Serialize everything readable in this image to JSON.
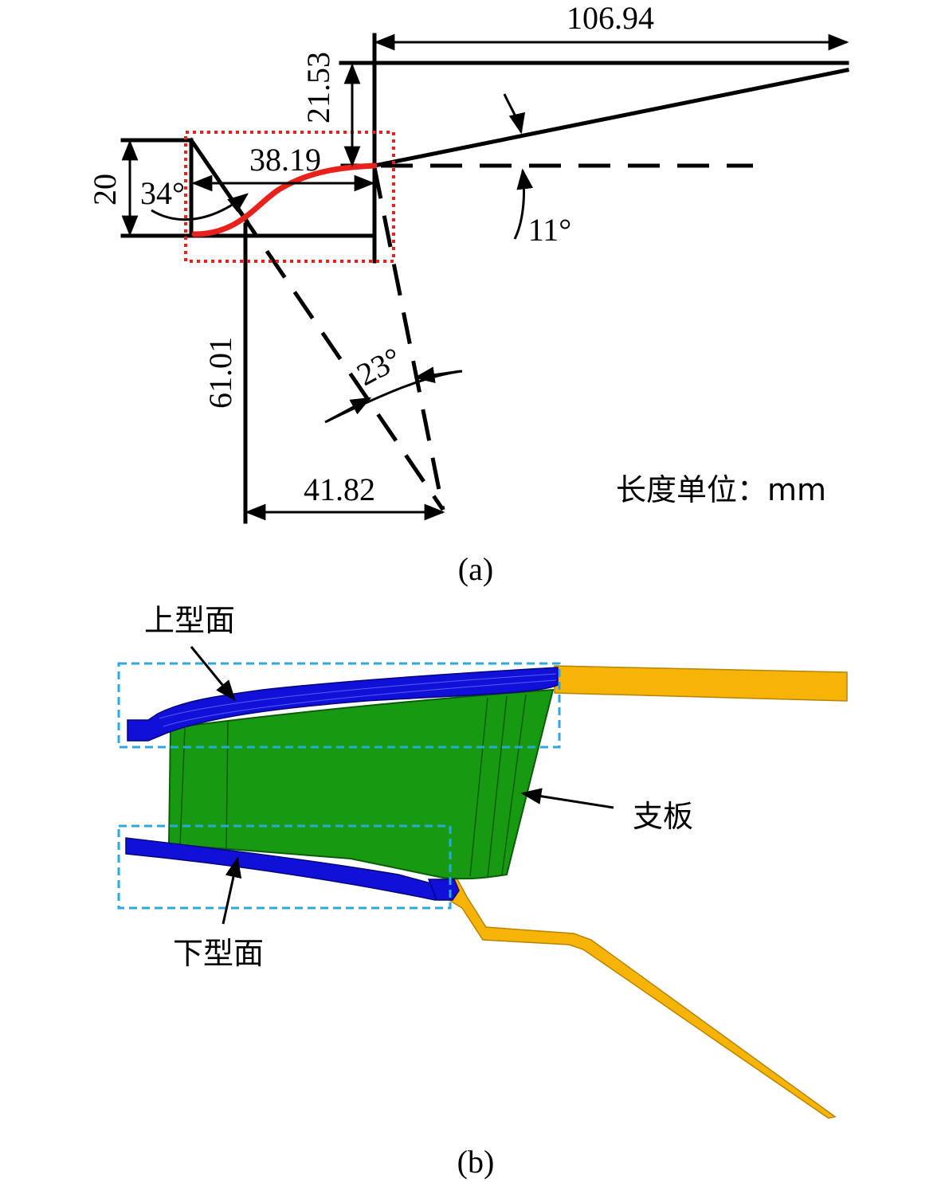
{
  "panel_a": {
    "caption": "(a)",
    "dims": {
      "width_top": "106.94",
      "height_top": "21.53",
      "width_mid": "38.19",
      "height_left": "20",
      "angle_left": "34°",
      "angle_right": "11°",
      "height_bottom": "61.01",
      "angle_bottom": "23°",
      "width_bottom": "41.82"
    },
    "unit_note": "长度单位：mm",
    "colors": {
      "line": "#000000",
      "curve": "#e8211b",
      "box": "#e8211b"
    }
  },
  "panel_b": {
    "caption": "(b)",
    "labels": {
      "upper_surface": "上型面",
      "support_plate": "支板",
      "lower_surface": "下型面"
    },
    "colors": {
      "surface": "#1010d8",
      "support": "#179a12",
      "beam": "#f5b406",
      "dashed_box": "#29a9e0"
    }
  }
}
